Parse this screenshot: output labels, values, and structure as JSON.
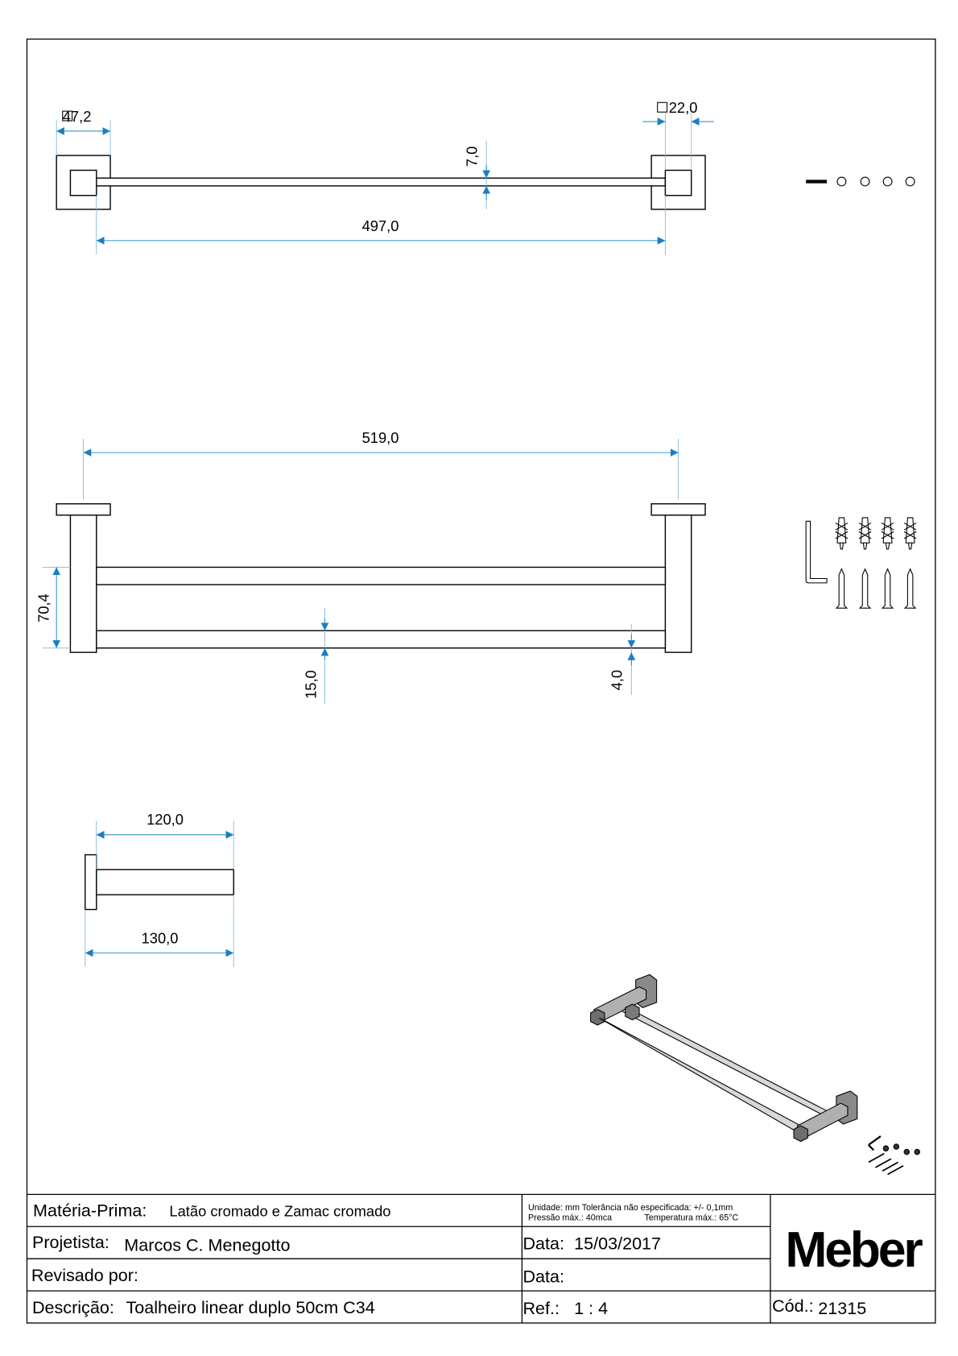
{
  "dimensions": {
    "plate_size": "47,2",
    "bar_size": "22,0",
    "bar_thickness": "7,0",
    "bar_length": "497,0",
    "overall_length": "519,0",
    "bar_spacing": "70,4",
    "bar_height": "15,0",
    "offset": "4,0",
    "projection": "120,0",
    "depth": "130,0"
  },
  "title_block": {
    "material_label": "Matéria-Prima:",
    "material_value": "Latão cromado e Zamac cromado",
    "notes_line1": "Unidade: mm Tolerância não especificada: +/- 0,1mm",
    "notes_line2a": "Pressão máx.: 40mca",
    "notes_line2b": "Temperatura máx.: 65°C",
    "designer_label": "Projetista:",
    "designer_value": "Marcos C. Menegotto",
    "date_label": "Data:",
    "date_value": "15/03/2017",
    "reviewed_label": "Revisado por:",
    "date2_label": "Data:",
    "description_label": "Descrição:",
    "description_value": "Toalheiro linear duplo 50cm C34",
    "ref_label": "Ref.:",
    "ref_value": "1 : 4",
    "code_label": "Cód.:",
    "code_value": "21315",
    "logo": "Meber"
  }
}
